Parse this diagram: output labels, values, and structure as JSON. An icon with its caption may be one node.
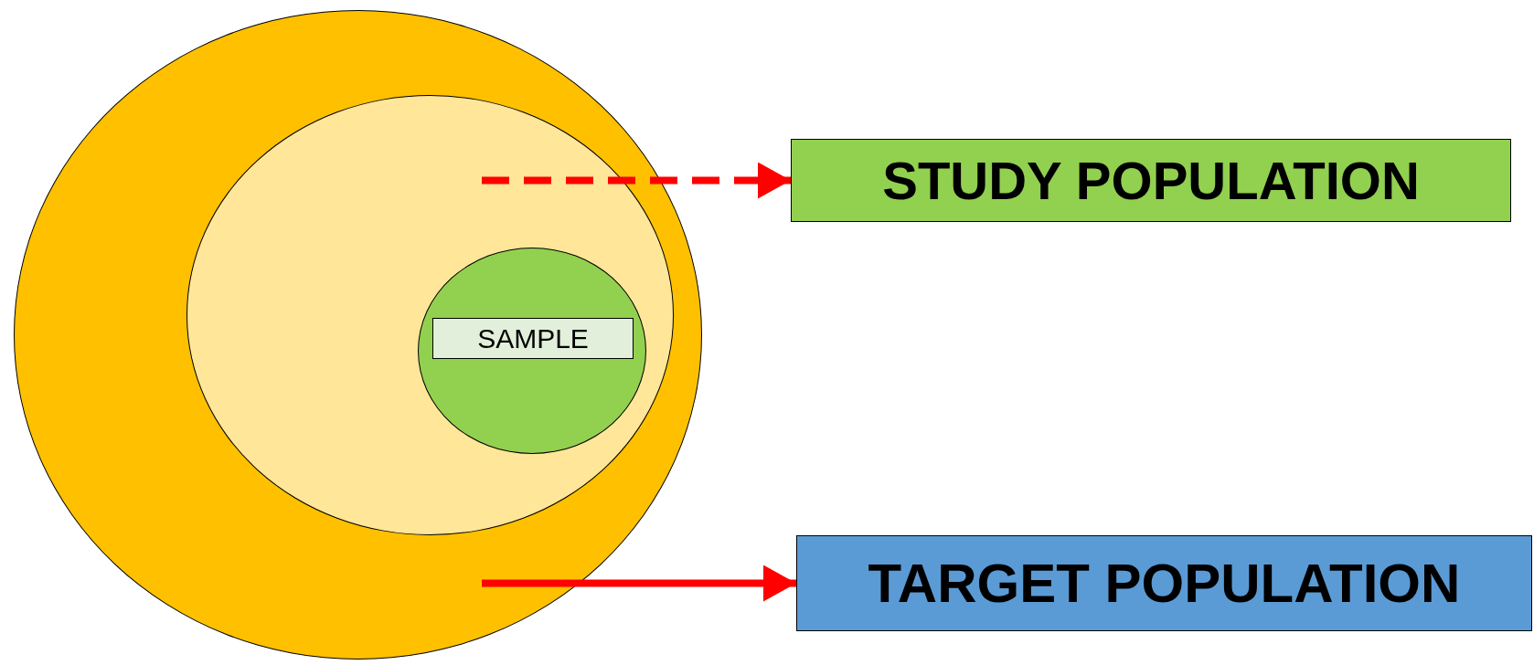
{
  "diagram": {
    "nodes": [
      {
        "text": [],
        "shape": "circle"
      },
      {
        "text": [],
        "shape": "circle",
        "in": 0
      },
      {
        "text": [],
        "shape": "circle",
        "in": 1
      },
      {
        "text": [
          "SAMPLE"
        ],
        "in": 2
      },
      {
        "text": [
          "STUDY POPULATION"
        ]
      },
      {
        "text": [
          "TARGET POPULATION"
        ]
      }
    ],
    "edges": [
      {
        "from": null,
        "to": 4,
        "arrow": "to",
        "style": "dashed"
      },
      {
        "from": null,
        "to": 5,
        "arrow": "to"
      }
    ]
  }
}
